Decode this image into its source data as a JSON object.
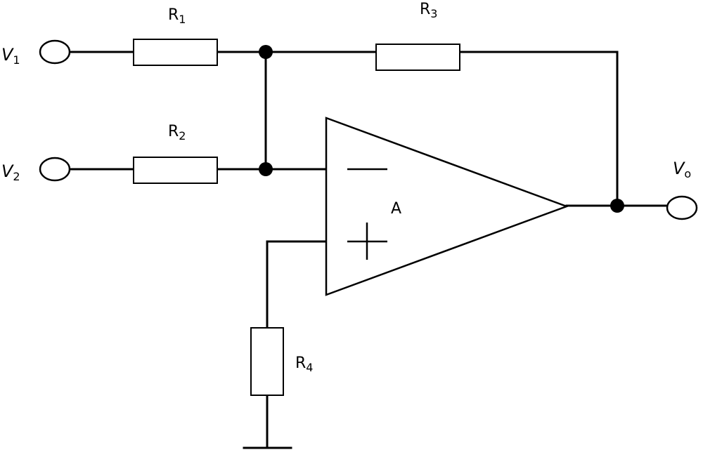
{
  "labels": {
    "v1": {
      "main": "V",
      "sub": "1"
    },
    "v2": {
      "main": "V",
      "sub": "2"
    },
    "vo": {
      "main": "V",
      "sub": "o"
    },
    "r1": {
      "main": "R",
      "sub": "1"
    },
    "r2": {
      "main": "R",
      "sub": "2"
    },
    "r3": {
      "main": "R",
      "sub": "3"
    },
    "r4": {
      "main": "R",
      "sub": "4"
    },
    "amp": "A"
  },
  "colors": {
    "stroke": "#000000",
    "background": "#ffffff"
  }
}
